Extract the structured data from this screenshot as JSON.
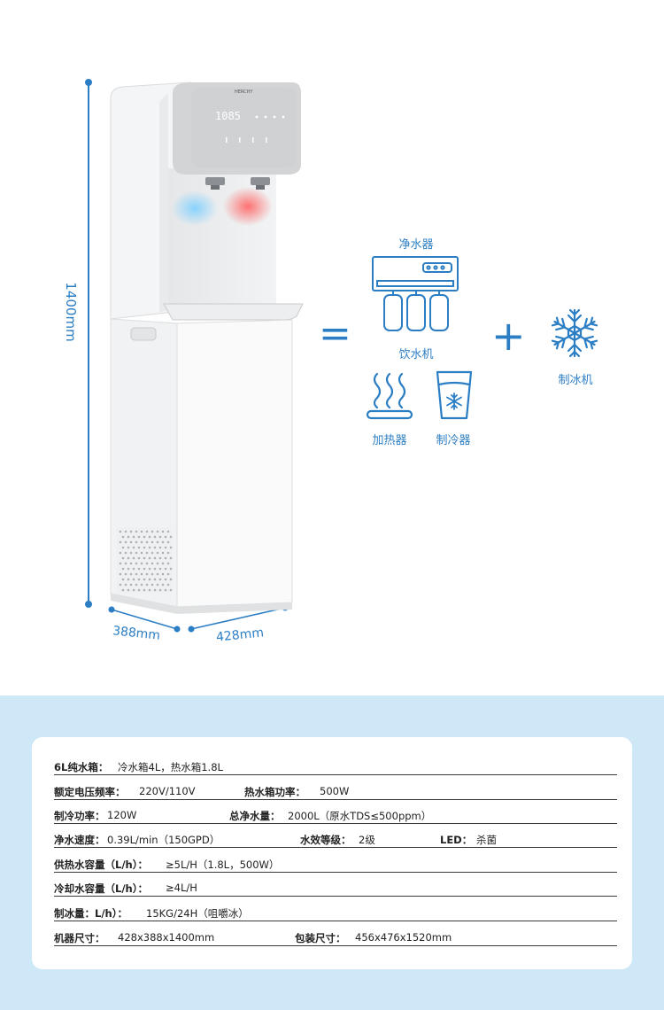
{
  "dimensions": {
    "height": "1400mm",
    "depth": "388mm",
    "width": "428mm"
  },
  "product": {
    "brand": "HERCHY",
    "display": "1085"
  },
  "icons": {
    "purifier": "净水器",
    "dispenser": "饮水机",
    "heater": "加热器",
    "cooler": "制冷器",
    "ice_maker": "制冰机",
    "equals": "=",
    "plus": "+"
  },
  "specs": [
    [
      {
        "k": "6L纯水箱：",
        "v": "冷水箱4L，热水箱1.8L"
      }
    ],
    [
      {
        "k": "额定电压频率：",
        "v": "220V/110V"
      },
      {
        "k": "热水箱功率：",
        "v": "500W"
      }
    ],
    [
      {
        "k": "制冷功率：",
        "v": "120W"
      },
      {
        "k": "总净水量：",
        "v": "2000L（原水TDS≤500ppm）"
      }
    ],
    [
      {
        "k": "净水速度：",
        "v": "0.39L/min（150GPD）"
      },
      {
        "k": "水效等级：",
        "v": "2级"
      },
      {
        "k": "LED：",
        "v": "杀菌"
      }
    ],
    [
      {
        "k": "供热水容量（L/h）：",
        "v": "≥5L/H（1.8L，500W）"
      }
    ],
    [
      {
        "k": "冷却水容量（L/h）：",
        "v": "≥4L/H"
      }
    ],
    [
      {
        "k": "制冰量：L/h）：",
        "v": "15KG/24H（咀嚼冰）"
      }
    ],
    [
      {
        "k": "机器尺寸：",
        "v": "428x388x1400mm"
      },
      {
        "k": "包装尺寸：",
        "v": "456x476x1520mm"
      }
    ]
  ],
  "colors": {
    "accent": "#2c7ec4",
    "band": "#cfe8f7"
  }
}
